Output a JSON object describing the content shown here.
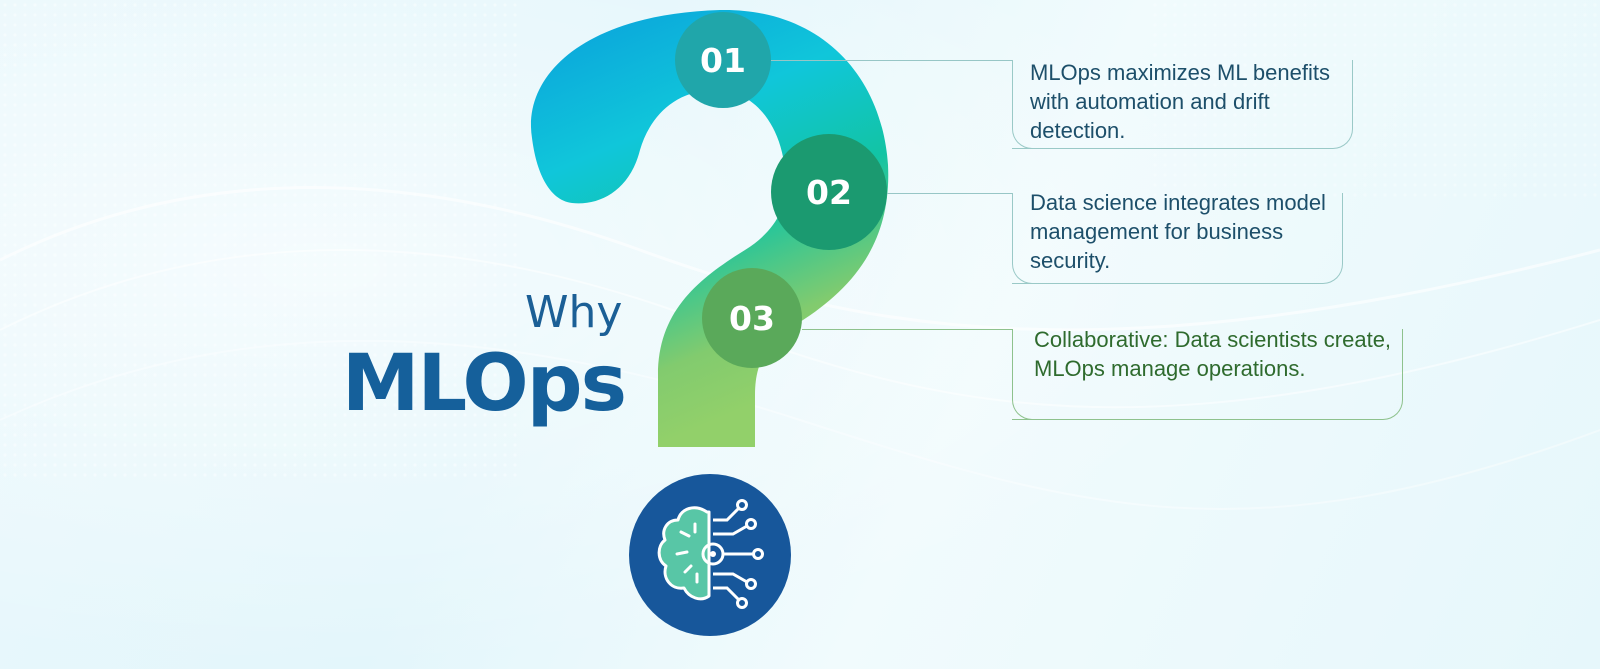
{
  "title": {
    "why": "Why",
    "mlops": "MLOps"
  },
  "points": [
    {
      "number": "01",
      "text": "MLOps maximizes ML benefits with automation and drift detection."
    },
    {
      "number": "02",
      "text": "Data science integrates model management for business security."
    },
    {
      "number": "03",
      "text": "Collaborative: Data scientists create, MLOps manage operations."
    }
  ],
  "icons": {
    "question": "question-mark-icon",
    "brain": "brain-circuit-icon"
  },
  "colors": {
    "title": "#15609b",
    "segment_top": "#0aa8d8",
    "segment_mid": "#13c4b4",
    "segment_low": "#8ccd6c",
    "badge_01": "#20a6aa",
    "badge_02": "#1b9a70",
    "badge_03": "#5aa95a",
    "brain_circle": "#17579b",
    "brain_fill": "#58c6a6"
  }
}
